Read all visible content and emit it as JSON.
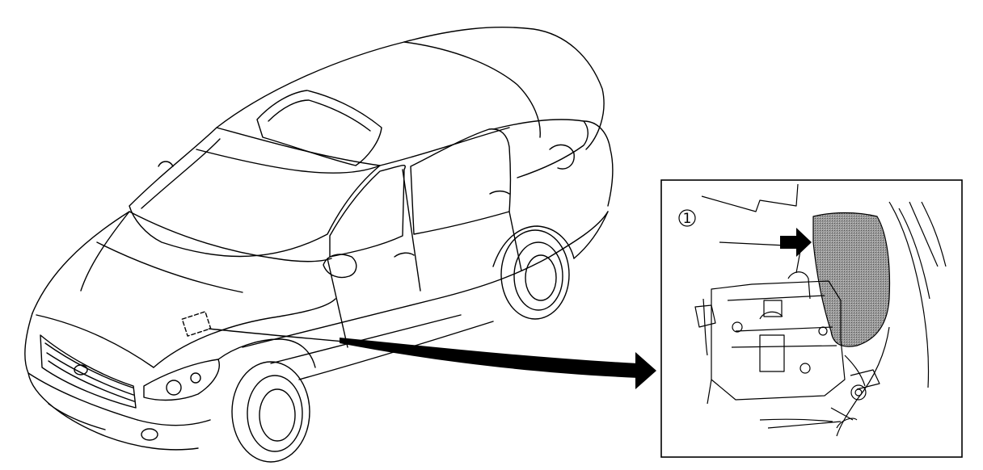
{
  "figure": {
    "callouts": [
      {
        "id": 1,
        "label": "1"
      }
    ],
    "icons": {
      "vehicle": "sedan-line-drawing",
      "detail": "engine-compartment-detail",
      "pointer": "leader-arrow",
      "locator": "location-dashed-box",
      "target": "target-arrow"
    },
    "colors": {
      "line": "#000000",
      "background": "#ffffff",
      "highlight": "#8a8a8a"
    }
  }
}
